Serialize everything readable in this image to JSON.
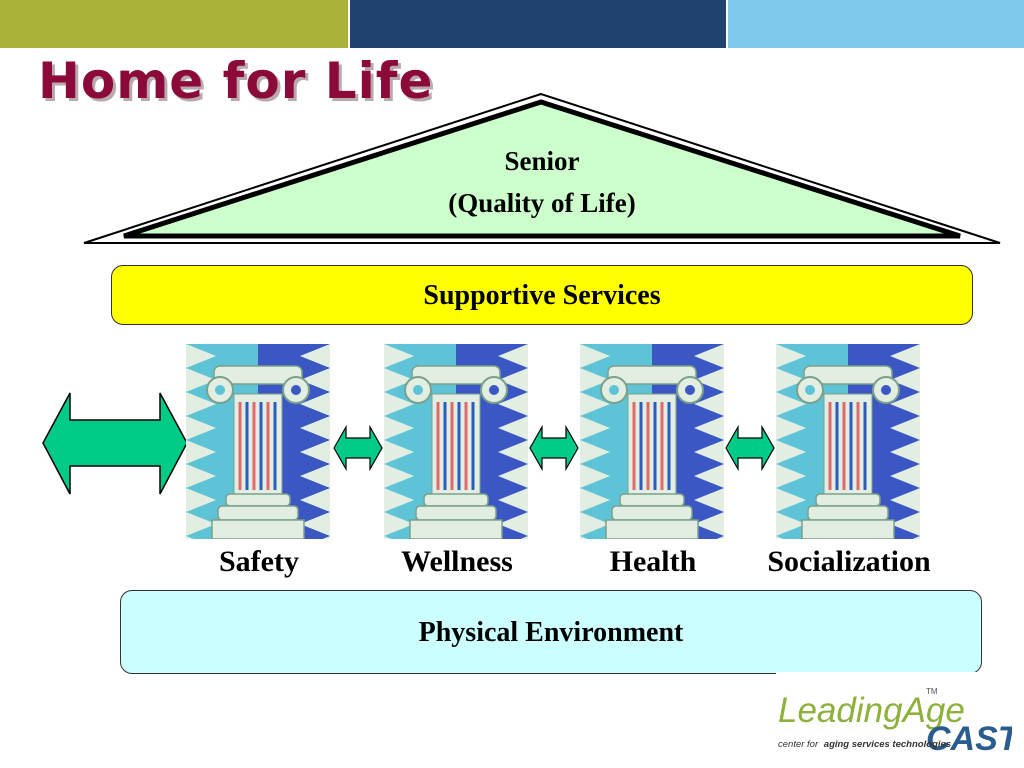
{
  "title": "Home for Life",
  "roof": {
    "line1": "Senior",
    "line2": "(Quality of Life)",
    "fill": "#ccffcc"
  },
  "supportive_services": {
    "label": "Supportive Services",
    "fill": "#ffff00"
  },
  "physical_environment": {
    "label": "Physical Environment",
    "fill": "#ccffff"
  },
  "pillars": [
    {
      "label": "Safety"
    },
    {
      "label": "Wellness"
    },
    {
      "label": "Health"
    },
    {
      "label": "Socialization"
    }
  ],
  "colors": {
    "topbar": [
      "#a9b33a",
      "#21426f",
      "#7ec9ec"
    ],
    "title": "#8b0a3a",
    "arrow": "#00cc88",
    "pillar_light": "#5fc3d8",
    "pillar_dark": "#3a57c4",
    "pillar_column": "#e3eee3"
  },
  "logo": {
    "brand": "LeadingAge",
    "tm": "TM",
    "suffix": "CAST",
    "tagline_prefix": "center for",
    "tagline_bold": "aging services technologies"
  }
}
